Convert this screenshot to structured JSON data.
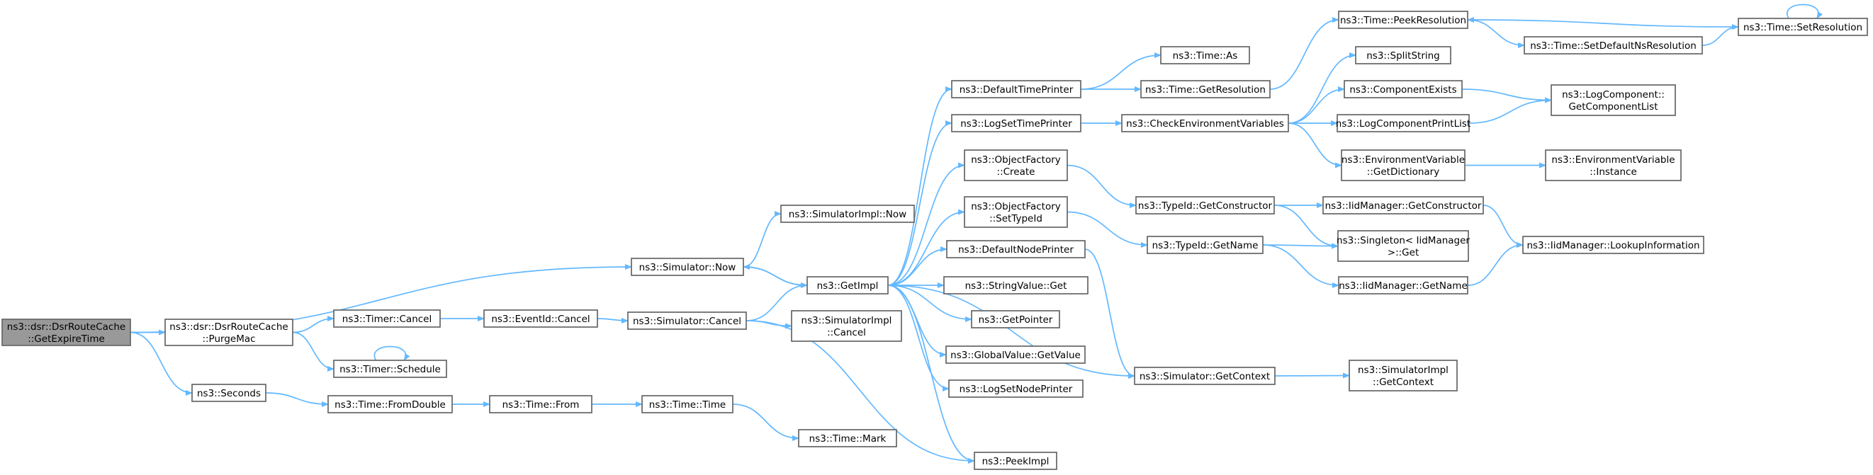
{
  "graph": {
    "title": "",
    "edge_color": "#63b8ff",
    "node_border_color": "#666666",
    "root_fill_color": "#999999",
    "nodes": [
      {
        "id": "root",
        "lines": [
          "ns3::dsr::DsrRouteCache",
          "::GetExpireTime"
        ],
        "root": true
      },
      {
        "id": "purgemac",
        "lines": [
          "ns3::dsr::DsrRouteCache",
          "::PurgeMac"
        ]
      },
      {
        "id": "seconds",
        "lines": [
          "ns3::Seconds"
        ]
      },
      {
        "id": "simnow",
        "lines": [
          "ns3::Simulator::Now"
        ]
      },
      {
        "id": "timercancel",
        "lines": [
          "ns3::Timer::Cancel"
        ]
      },
      {
        "id": "timerschedule",
        "lines": [
          "ns3::Timer::Schedule"
        ]
      },
      {
        "id": "fromdouble",
        "lines": [
          "ns3::Time::FromDouble"
        ]
      },
      {
        "id": "eventidcancel",
        "lines": [
          "ns3::EventId::Cancel"
        ]
      },
      {
        "id": "timefrom",
        "lines": [
          "ns3::Time::From"
        ]
      },
      {
        "id": "simcancel",
        "lines": [
          "ns3::Simulator::Cancel"
        ]
      },
      {
        "id": "timetime",
        "lines": [
          "ns3::Time::Time"
        ]
      },
      {
        "id": "simimplnow",
        "lines": [
          "ns3::SimulatorImpl::Now"
        ]
      },
      {
        "id": "getimpl",
        "lines": [
          "ns3::GetImpl"
        ]
      },
      {
        "id": "simimplcancel",
        "lines": [
          "ns3::SimulatorImpl",
          "::Cancel"
        ]
      },
      {
        "id": "timemark",
        "lines": [
          "ns3::Time::Mark"
        ]
      },
      {
        "id": "defaulttimeprinter",
        "lines": [
          "ns3::DefaultTimePrinter"
        ]
      },
      {
        "id": "logsettimeprinter",
        "lines": [
          "ns3::LogSetTimePrinter"
        ]
      },
      {
        "id": "ofcreate",
        "lines": [
          "ns3::ObjectFactory",
          "::Create"
        ]
      },
      {
        "id": "ofsettypeid",
        "lines": [
          "ns3::ObjectFactory",
          "::SetTypeId"
        ]
      },
      {
        "id": "defaultnodeprinter",
        "lines": [
          "ns3::DefaultNodePrinter"
        ]
      },
      {
        "id": "stringvalueget",
        "lines": [
          "ns3::StringValue::Get"
        ]
      },
      {
        "id": "getpointer",
        "lines": [
          "ns3::GetPointer"
        ]
      },
      {
        "id": "globalvalueget",
        "lines": [
          "ns3::GlobalValue::GetValue"
        ]
      },
      {
        "id": "logsetnodeprinter",
        "lines": [
          "ns3::LogSetNodePrinter"
        ]
      },
      {
        "id": "peekimpl",
        "lines": [
          "ns3::PeekImpl"
        ]
      },
      {
        "id": "timeas",
        "lines": [
          "ns3::Time::As"
        ]
      },
      {
        "id": "timegetres",
        "lines": [
          "ns3::Time::GetResolution"
        ]
      },
      {
        "id": "checkenv",
        "lines": [
          "ns3::CheckEnvironmentVariables"
        ]
      },
      {
        "id": "typeidgetctor",
        "lines": [
          "ns3::TypeId::GetConstructor"
        ]
      },
      {
        "id": "typeidgetname",
        "lines": [
          "ns3::TypeId::GetName"
        ]
      },
      {
        "id": "simgetcontext",
        "lines": [
          "ns3::Simulator::GetContext"
        ]
      },
      {
        "id": "peekres",
        "lines": [
          "ns3::Time::PeekResolution"
        ]
      },
      {
        "id": "splitstring",
        "lines": [
          "ns3::SplitString"
        ]
      },
      {
        "id": "compexists",
        "lines": [
          "ns3::ComponentExists"
        ]
      },
      {
        "id": "logcompprint",
        "lines": [
          "ns3::LogComponentPrintList"
        ]
      },
      {
        "id": "envvardict",
        "lines": [
          "ns3::EnvironmentVariable",
          "::GetDictionary"
        ]
      },
      {
        "id": "iidgetctor",
        "lines": [
          "ns3::IidManager::GetConstructor"
        ]
      },
      {
        "id": "singletonget",
        "lines": [
          "ns3::Singleton< IidManager",
          " >::Get"
        ]
      },
      {
        "id": "iidgetname",
        "lines": [
          "ns3::IidManager::GetName"
        ]
      },
      {
        "id": "simimplgetctx",
        "lines": [
          "ns3::SimulatorImpl",
          "::GetContext"
        ]
      },
      {
        "id": "setdefaultns",
        "lines": [
          "ns3::Time::SetDefaultNsResolution"
        ]
      },
      {
        "id": "setres",
        "lines": [
          "ns3::Time::SetResolution"
        ]
      },
      {
        "id": "logcompgetlist",
        "lines": [
          "ns3::LogComponent::",
          "GetComponentList"
        ]
      },
      {
        "id": "envvarinstance",
        "lines": [
          "ns3::EnvironmentVariable",
          "::Instance"
        ]
      },
      {
        "id": "iidlookup",
        "lines": [
          "ns3::IidManager::LookupInformation"
        ]
      }
    ],
    "edges": [
      [
        "root",
        "purgemac"
      ],
      [
        "root",
        "seconds"
      ],
      [
        "root",
        "simnow"
      ],
      [
        "purgemac",
        "timercancel"
      ],
      [
        "purgemac",
        "timerschedule"
      ],
      [
        "seconds",
        "fromdouble"
      ],
      [
        "simnow",
        "simimplnow"
      ],
      [
        "simnow",
        "getimpl"
      ],
      [
        "timercancel",
        "eventidcancel"
      ],
      [
        "timerschedule",
        "timerschedule"
      ],
      [
        "fromdouble",
        "timefrom"
      ],
      [
        "eventidcancel",
        "simcancel"
      ],
      [
        "timefrom",
        "timetime"
      ],
      [
        "simcancel",
        "getimpl"
      ],
      [
        "simcancel",
        "simimplcancel"
      ],
      [
        "simcancel",
        "peekimpl"
      ],
      [
        "timetime",
        "timemark"
      ],
      [
        "getimpl",
        "simnow"
      ],
      [
        "getimpl",
        "defaulttimeprinter"
      ],
      [
        "getimpl",
        "logsettimeprinter"
      ],
      [
        "getimpl",
        "ofcreate"
      ],
      [
        "getimpl",
        "ofsettypeid"
      ],
      [
        "getimpl",
        "defaultnodeprinter"
      ],
      [
        "getimpl",
        "stringvalueget"
      ],
      [
        "getimpl",
        "getpointer"
      ],
      [
        "getimpl",
        "globalvalueget"
      ],
      [
        "getimpl",
        "logsetnodeprinter"
      ],
      [
        "getimpl",
        "peekimpl"
      ],
      [
        "getimpl",
        "simgetcontext"
      ],
      [
        "defaulttimeprinter",
        "timeas"
      ],
      [
        "defaulttimeprinter",
        "timegetres"
      ],
      [
        "logsettimeprinter",
        "checkenv"
      ],
      [
        "ofcreate",
        "typeidgetctor"
      ],
      [
        "ofsettypeid",
        "typeidgetname"
      ],
      [
        "defaultnodeprinter",
        "simgetcontext"
      ],
      [
        "timegetres",
        "peekres"
      ],
      [
        "checkenv",
        "splitstring"
      ],
      [
        "checkenv",
        "compexists"
      ],
      [
        "checkenv",
        "logcompprint"
      ],
      [
        "checkenv",
        "envvardict"
      ],
      [
        "typeidgetctor",
        "iidgetctor"
      ],
      [
        "typeidgetctor",
        "singletonget"
      ],
      [
        "typeidgetname",
        "singletonget"
      ],
      [
        "typeidgetname",
        "iidgetname"
      ],
      [
        "simgetcontext",
        "simimplgetctx"
      ],
      [
        "peekres",
        "setdefaultns"
      ],
      [
        "compexists",
        "logcompgetlist"
      ],
      [
        "logcompprint",
        "logcompgetlist"
      ],
      [
        "envvardict",
        "envvarinstance"
      ],
      [
        "iidgetctor",
        "iidlookup"
      ],
      [
        "iidgetname",
        "iidlookup"
      ],
      [
        "setdefaultns",
        "setres"
      ],
      [
        "setres",
        "peekres"
      ],
      [
        "setres",
        "setres"
      ]
    ]
  }
}
